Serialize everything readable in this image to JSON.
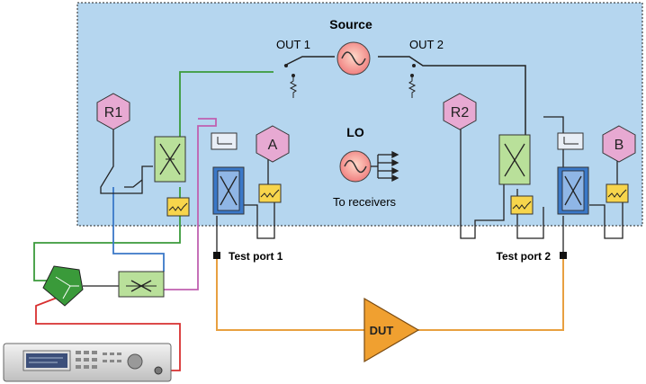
{
  "labels": {
    "source": "Source",
    "out1": "OUT 1",
    "out2": "OUT 2",
    "lo": "LO",
    "to_receivers": "To receivers",
    "test_port_1": "Test port 1",
    "test_port_2": "Test port 2",
    "dut": "DUT"
  },
  "receivers": {
    "r1": "R1",
    "a": "A",
    "r2": "R2",
    "b": "B"
  },
  "colors": {
    "background_panel": "#b5d6ef",
    "green_cable": "#3a9a3a",
    "blue_cable": "#3a78c8",
    "magenta_cable": "#c060b0",
    "red_cable": "#d83030",
    "orange_cable": "#e8a040",
    "receiver_hex": "#e7a9d2",
    "coupler_green": "#b9e09a",
    "coupler_blue": "#3a78c8",
    "attenuator_yellow": "#f7d54c",
    "dut_fill": "#f0a030"
  }
}
